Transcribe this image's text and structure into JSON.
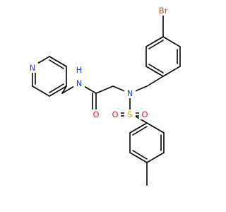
{
  "molecule": {
    "atoms": {
      "br": {
        "symbol": "Br",
        "color": "#a0522d"
      },
      "n_pyridine": {
        "symbol": "N",
        "color": "#1f3ff0"
      },
      "n_amide": {
        "symbol": "N",
        "color": "#1f3ff0"
      },
      "h_amide": {
        "symbol": "H",
        "color": "#1f3ff0"
      },
      "n_sulfonamide": {
        "symbol": "N",
        "color": "#1f3ff0"
      },
      "o_carbonyl": {
        "symbol": "O",
        "color": "#e0202a"
      },
      "s": {
        "symbol": "S",
        "color": "#c8a400"
      },
      "o_sulfonyl_left": {
        "symbol": "O",
        "color": "#e0202a"
      },
      "o_sulfonyl_right": {
        "symbol": "O",
        "color": "#e0202a"
      }
    },
    "bond_color": "#000000"
  }
}
